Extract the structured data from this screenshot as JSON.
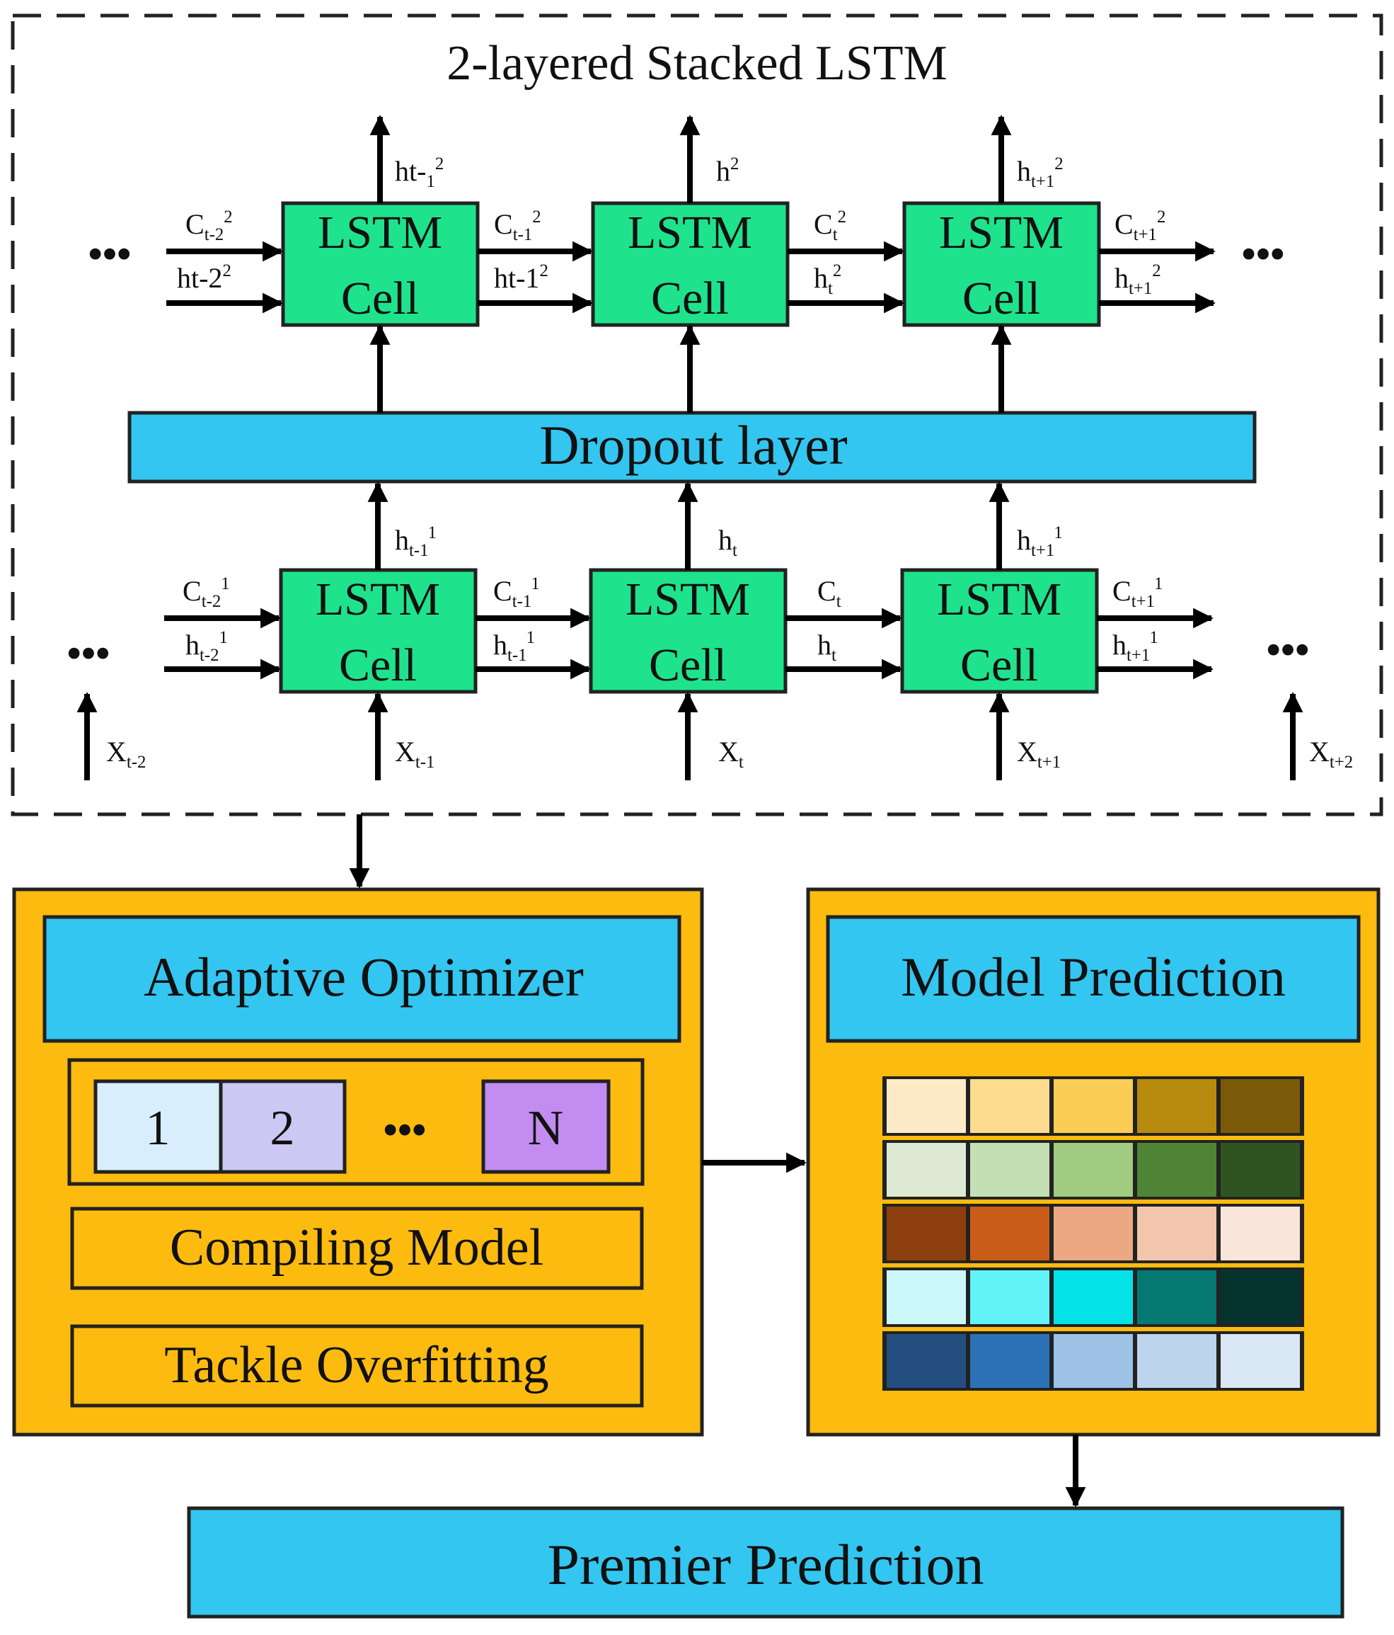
{
  "title": "2-layered Stacked LSTM",
  "cell": {
    "line1": "LSTM",
    "line2": "Cell"
  },
  "dropout": "Dropout layer",
  "ellipsis": "•••",
  "layer2": {
    "in_c": {
      "b": "C",
      "s": "t-2",
      "p": "2"
    },
    "in_h": {
      "b": "ht-2",
      "s": "",
      "p": "2"
    },
    "out_h": [
      {
        "b": "ht-",
        "s": "1",
        "p": "2"
      },
      {
        "b": "h",
        "s": "",
        "p": "2"
      },
      {
        "b": "h",
        "s": "t+1",
        "p": "2"
      }
    ],
    "mid_c": [
      {
        "b": "C",
        "s": "t-1",
        "p": "2"
      },
      {
        "b": "C",
        "s": "t",
        "p": "2"
      },
      {
        "b": "C",
        "s": "t+1",
        "p": "2"
      }
    ],
    "mid_h": [
      {
        "b": "ht-1",
        "s": "",
        "p": "2"
      },
      {
        "b": "h",
        "s": "t",
        "p": "2"
      },
      {
        "b": "h",
        "s": "t+1",
        "p": "2"
      }
    ]
  },
  "layer1": {
    "in_c": {
      "b": "C",
      "s": "t-2",
      "p": "1"
    },
    "in_h": {
      "b": "h",
      "s": "t-2",
      "p": "1"
    },
    "out_h": [
      {
        "b": "h",
        "s": "t-1",
        "p": "1"
      },
      {
        "b": "h",
        "s": "t",
        "p": ""
      },
      {
        "b": "h",
        "s": "t+1",
        "p": "1"
      }
    ],
    "mid_c": [
      {
        "b": "C",
        "s": "t-1",
        "p": "1"
      },
      {
        "b": "C",
        "s": "t",
        "p": ""
      },
      {
        "b": "C",
        "s": "t+1",
        "p": "1"
      }
    ],
    "mid_h": [
      {
        "b": "h",
        "s": "t-1",
        "p": "1"
      },
      {
        "b": "h",
        "s": "t",
        "p": ""
      },
      {
        "b": "h",
        "s": "t+1",
        "p": "1"
      }
    ]
  },
  "inputs": [
    {
      "b": "X",
      "s": "t-2"
    },
    {
      "b": "X",
      "s": "t-1"
    },
    {
      "b": "X",
      "s": "t"
    },
    {
      "b": "X",
      "s": "t+1"
    },
    {
      "b": "X",
      "s": "t+2"
    }
  ],
  "optimizer": {
    "title": "Adaptive Optimizer",
    "items": [
      "1",
      "2",
      "N"
    ],
    "compiling": "Compiling Model",
    "tackle": "Tackle Overfitting"
  },
  "prediction": {
    "title": "Model Prediction"
  },
  "premier": "Premier Prediction",
  "colors": {
    "lstm_cell": "#1ee38c",
    "blue_bar": "#33c6f0",
    "orange_panel": "#fdbb10",
    "item_1": "#d8eefc",
    "item_2": "#cdc7f4",
    "item_n": "#c38cf0",
    "palette": [
      [
        "#fdebc8",
        "#fddc90",
        "#fbcd55",
        "#b88b0e",
        "#7a5a08"
      ],
      [
        "#dde9d2",
        "#c4dfb3",
        "#a1cb80",
        "#4f8437",
        "#2f5422"
      ],
      [
        "#8e3f10",
        "#ca5c1a",
        "#eba882",
        "#f2c7ae",
        "#f9e5d9"
      ],
      [
        "#cdf8fb",
        "#62f3f8",
        "#04e3e7",
        "#067a72",
        "#06332e"
      ],
      [
        "#244e80",
        "#2c72b6",
        "#9dc2e6",
        "#bcd5ec",
        "#dae7f5"
      ]
    ]
  }
}
